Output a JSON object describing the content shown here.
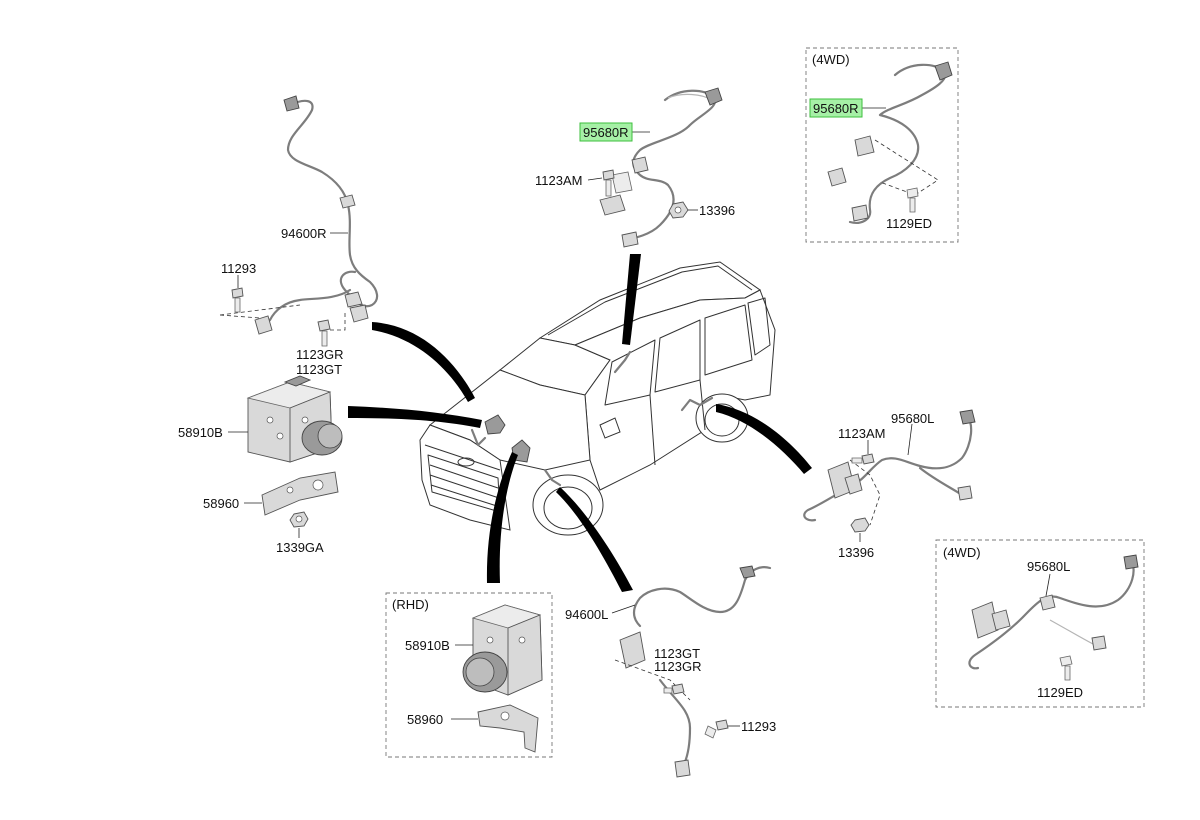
{
  "labels": {
    "sensor_rr_top": "95680R",
    "bolt_rr_top": "1123AM",
    "nut_rr_top": "13396",
    "box_4wd_right_title": "(4WD)",
    "sensor_rr_4wd": "95680R",
    "bolt_rr_4wd": "1129ED",
    "sensor_fr": "94600R",
    "bolt_fr_small": "11293",
    "bolt_fr_gr": "1123GR",
    "bolt_fr_gt": "1123GT",
    "hecu_lhd": "58910B",
    "bracket_lhd": "58960",
    "nut_bracket": "1339GA",
    "box_rhd_title": "(RHD)",
    "hecu_rhd": "58910B",
    "bracket_rhd": "58960",
    "sensor_fl": "94600L",
    "bolt_fl_gt": "1123GT",
    "bolt_fl_gr": "1123GR",
    "bolt_fl_small": "11293",
    "bolt_rl": "1123AM",
    "sensor_rl": "95680L",
    "nut_rl": "13396",
    "box_4wd_left_title": "(4WD)",
    "sensor_rl_4wd": "95680L",
    "bolt_rl_4wd": "1129ED"
  },
  "colors": {
    "highlight_fill": "#a6f0a6",
    "highlight_stroke": "#3dbf3d",
    "pointer": "#000000",
    "wire": "#7d7d7d"
  }
}
